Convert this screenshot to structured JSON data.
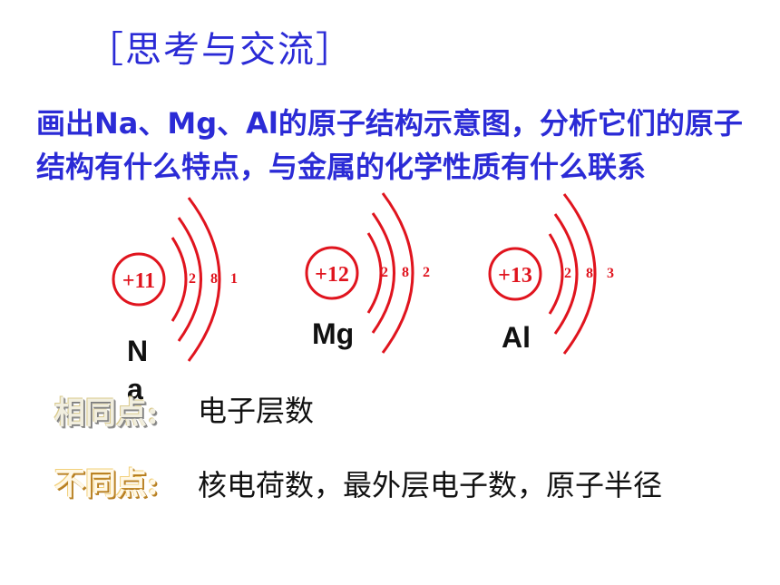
{
  "title": "［思考与交流］",
  "question": "画出Na、Mg、Al的原子结构示意图，分析它们的原子结构有什么特点，与金属的化学性质有什么联系",
  "atoms": [
    {
      "symbol": "Na",
      "nucleus": "+11",
      "shells": [
        "2",
        "8",
        "1"
      ]
    },
    {
      "symbol": "Mg",
      "nucleus": "+12",
      "shells": [
        "2",
        "8",
        "2"
      ]
    },
    {
      "symbol": "Al",
      "nucleus": "+13",
      "shells": [
        "2",
        "8",
        "3"
      ]
    }
  ],
  "same": {
    "label": "相同点:",
    "text": "电子层数"
  },
  "diff": {
    "label": "不同点:",
    "text": "核电荷数，最外层电子数，原子半径"
  },
  "colors": {
    "title": "#2b2bd6",
    "diagram": "#e0141e"
  }
}
